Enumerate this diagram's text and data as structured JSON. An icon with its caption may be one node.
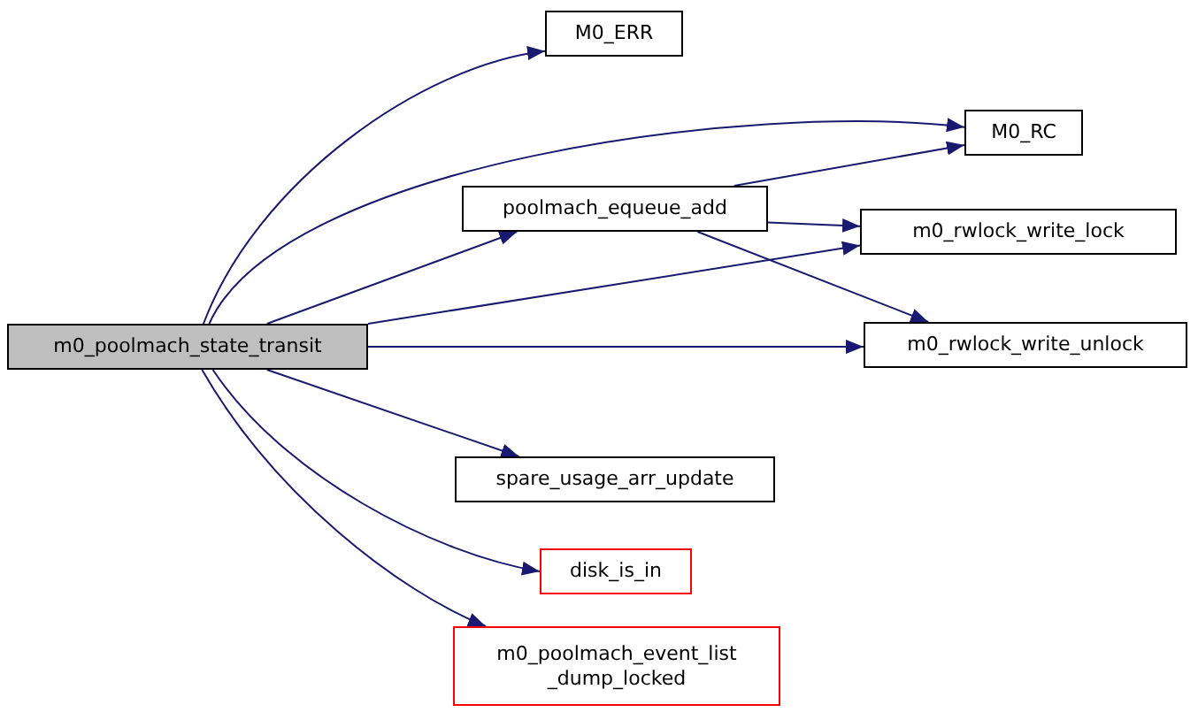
{
  "diagram": {
    "nodes": [
      {
        "text": [
          "m0_poolmach_state_transit"
        ]
      },
      {
        "text": [
          "M0_ERR"
        ]
      },
      {
        "text": [
          "M0_RC"
        ]
      },
      {
        "text": [
          "poolmach_equeue_add"
        ]
      },
      {
        "text": [
          "m0_rwlock_write_lock"
        ]
      },
      {
        "text": [
          "m0_rwlock_write_unlock"
        ]
      },
      {
        "text": [
          "spare_usage_arr_update"
        ]
      },
      {
        "text": [
          "disk_is_in"
        ]
      },
      {
        "text": [
          "m0_poolmach_event_list _dump_locked"
        ]
      }
    ],
    "edges": [
      {
        "from": 0,
        "to": 1,
        "arrow": "to"
      },
      {
        "from": 0,
        "to": 2,
        "arrow": "to"
      },
      {
        "from": 0,
        "to": 3,
        "arrow": "to"
      },
      {
        "from": 0,
        "to": 4,
        "arrow": "to"
      },
      {
        "from": 0,
        "to": 5,
        "arrow": "to"
      },
      {
        "from": 0,
        "to": 6,
        "arrow": "to"
      },
      {
        "from": 0,
        "to": 7,
        "arrow": "to"
      },
      {
        "from": 0,
        "to": 8,
        "arrow": "to"
      },
      {
        "from": 3,
        "to": 2,
        "arrow": "to"
      },
      {
        "from": 3,
        "to": 4,
        "arrow": "to"
      },
      {
        "from": 3,
        "to": 5,
        "arrow": "to"
      }
    ]
  }
}
